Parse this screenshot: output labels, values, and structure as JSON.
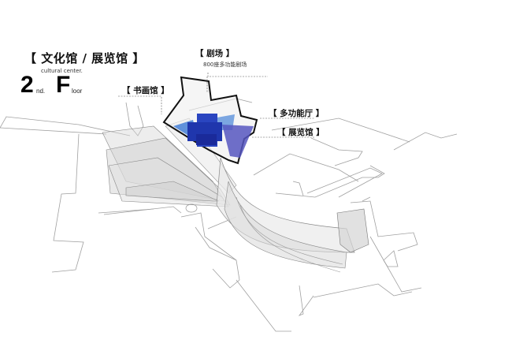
{
  "header": {
    "title": "【 文化馆 / 展览馆 】",
    "subtitle": "cultural center.",
    "floor": {
      "big_number": "2",
      "small_suffix": "nd.",
      "big_letter": "F",
      "small_rest": "loor"
    }
  },
  "callouts": [
    {
      "id": "theater",
      "label": "【 剧场 】",
      "note": "800座多功能剧场"
    },
    {
      "id": "calligraphy",
      "label": "【 书画馆 】"
    },
    {
      "id": "multipurpose",
      "label": "【 多功能厅 】"
    },
    {
      "id": "exhibition",
      "label": "【 展览馆 】"
    }
  ],
  "colors": {
    "background": "#ffffff",
    "outline": "#111111",
    "site_lines": "#9a9a9a",
    "volume_grey": "#d8d8d8",
    "blue_dark": "#1a2a9a",
    "blue_mid": "#2a45c0",
    "blue_light": "#4f86d8",
    "blue_violet": "#5656c0"
  }
}
